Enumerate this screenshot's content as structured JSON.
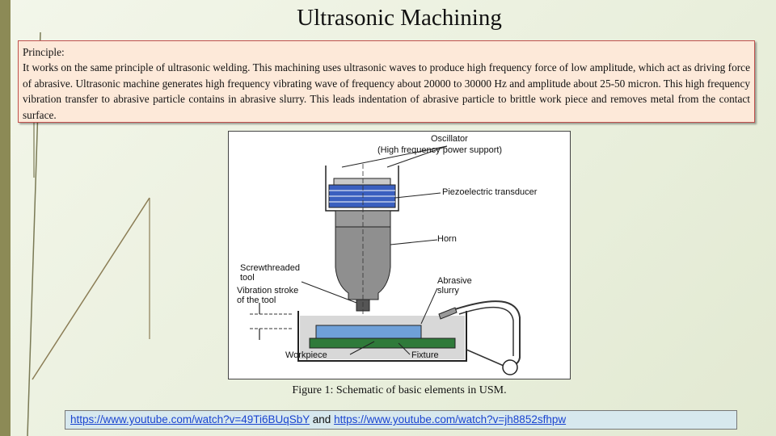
{
  "slide": {
    "title": "Ultrasonic Machining",
    "principle_heading": "Principle:",
    "principle_text": "It works on the same principle of ultrasonic welding. This machining uses ultrasonic waves to produce high frequency force of low amplitude, which act as driving force of abrasive. Ultrasonic machine generates high frequency vibrating wave of frequency about 20000 to 30000 Hz and amplitude about 25-50 micron. This high frequency vibration transfer to abrasive particle contains in abrasive slurry. This leads indentation of abrasive particle to brittle work piece and removes metal from the contact surface."
  },
  "figure": {
    "labels": {
      "oscillator": "Oscillator",
      "power_support": "(High frequency power support)",
      "transducer": "Piezoelectric transducer",
      "horn": "Horn",
      "tool_line1": "Screwthreaded",
      "tool_line2": "tool",
      "stroke_line1": "Vibration stroke",
      "stroke_line2": "of the tool",
      "slurry_line1": "Abrasive",
      "slurry_line2": "slurry",
      "workpiece": "Workpiece",
      "fixture": "Fixture"
    },
    "caption_label": "Figure 1",
    "caption_text": ": Schematic of basic elements in USM."
  },
  "links": {
    "link1": "https://www.youtube.com/watch?v=49Ti6BUqSbY",
    "separator": " and ",
    "link2": "https://www.youtube.com/watch?v=jh8852sfhpw"
  },
  "colors": {
    "box_bg": "#fde9d9",
    "box_border": "#c0504d",
    "link": "#1a44d0",
    "links_bg": "#d7e8ee",
    "left_bar": "#8c8a56"
  }
}
